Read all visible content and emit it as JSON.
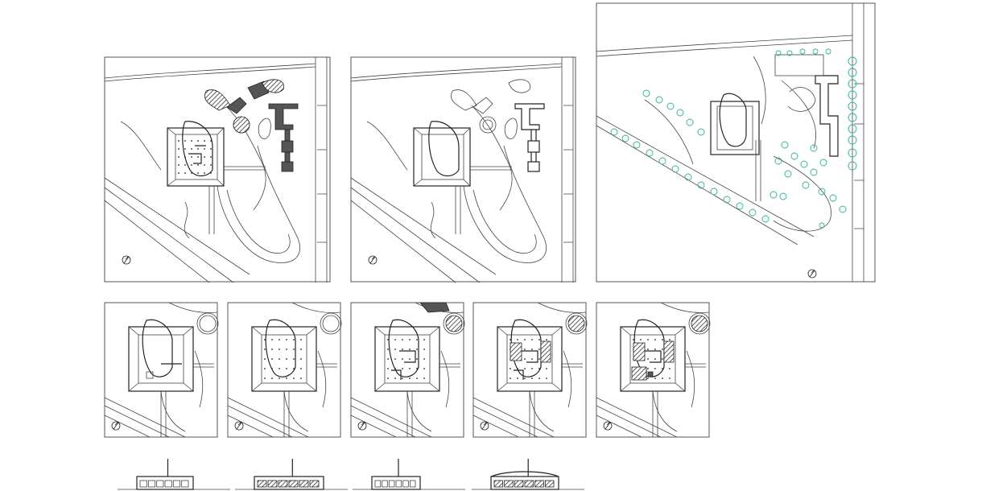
{
  "colors": {
    "background": "#ffffff",
    "line": "#444444",
    "solid": "#555555",
    "tree": "#2bb39a"
  },
  "panels": {
    "top": [
      {
        "id": "site-plan-hatched",
        "mode": "hatched"
      },
      {
        "id": "site-plan-outline",
        "mode": "outline"
      }
    ],
    "large": {
      "id": "site-plan-landscape",
      "mode": "trees"
    },
    "small": [
      {
        "id": "floor-plan-1",
        "density": 0
      },
      {
        "id": "floor-plan-2",
        "density": 1
      },
      {
        "id": "floor-plan-3",
        "density": 2
      },
      {
        "id": "floor-plan-4",
        "density": 3
      },
      {
        "id": "floor-plan-5",
        "density": 4
      }
    ],
    "elevations": [
      {
        "id": "elevation-1"
      },
      {
        "id": "elevation-2"
      },
      {
        "id": "elevation-3"
      },
      {
        "id": "elevation-4"
      }
    ]
  },
  "icons": {
    "north_arrow": "north-arrow-icon"
  }
}
